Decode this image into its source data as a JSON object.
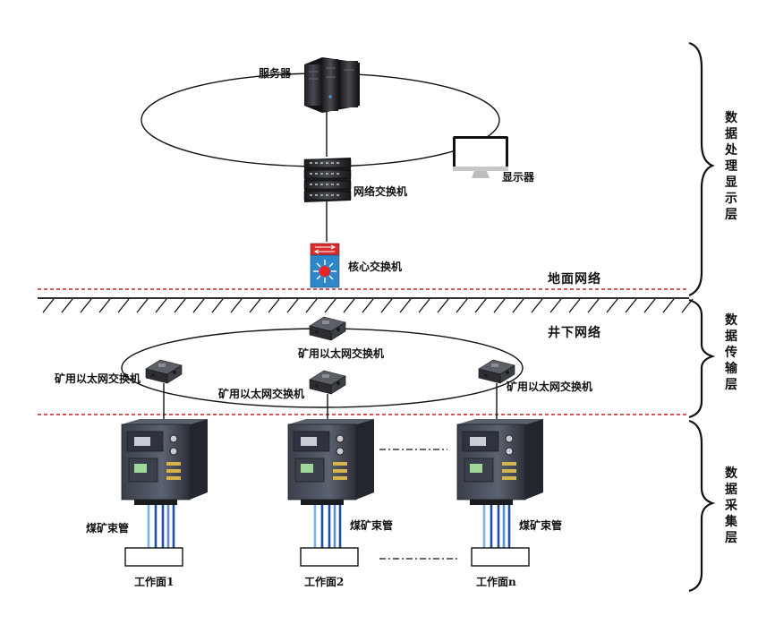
{
  "layers": {
    "top": "数据处理显示层",
    "middle": "数据传输层",
    "bottom": "数据采集层"
  },
  "sections": {
    "ground": "地面网络",
    "underground": "井下网络"
  },
  "devices": {
    "server": "服务器",
    "network_switch": "网络交换机",
    "monitor": "显示器",
    "core_switch": "核心交换机",
    "mine_switch_top": "矿用以太网交换机",
    "mine_switch_left": "矿用以太网交换机",
    "mine_switch_center": "矿用以太网交换机",
    "mine_switch_right": "矿用以太网交换机"
  },
  "analyzers": [
    {
      "tube_label": "煤矿束管",
      "face_label": "工作面1"
    },
    {
      "tube_label": "煤矿束管",
      "face_label": "工作面2"
    },
    {
      "tube_label": "煤矿束管",
      "face_label": "工作面n"
    }
  ],
  "colors": {
    "boundary_line": "#c8202a",
    "tube_blue": "#1f4fa8",
    "tube_light": "#7ab4e0",
    "device_dark": "#2a2a2e"
  }
}
